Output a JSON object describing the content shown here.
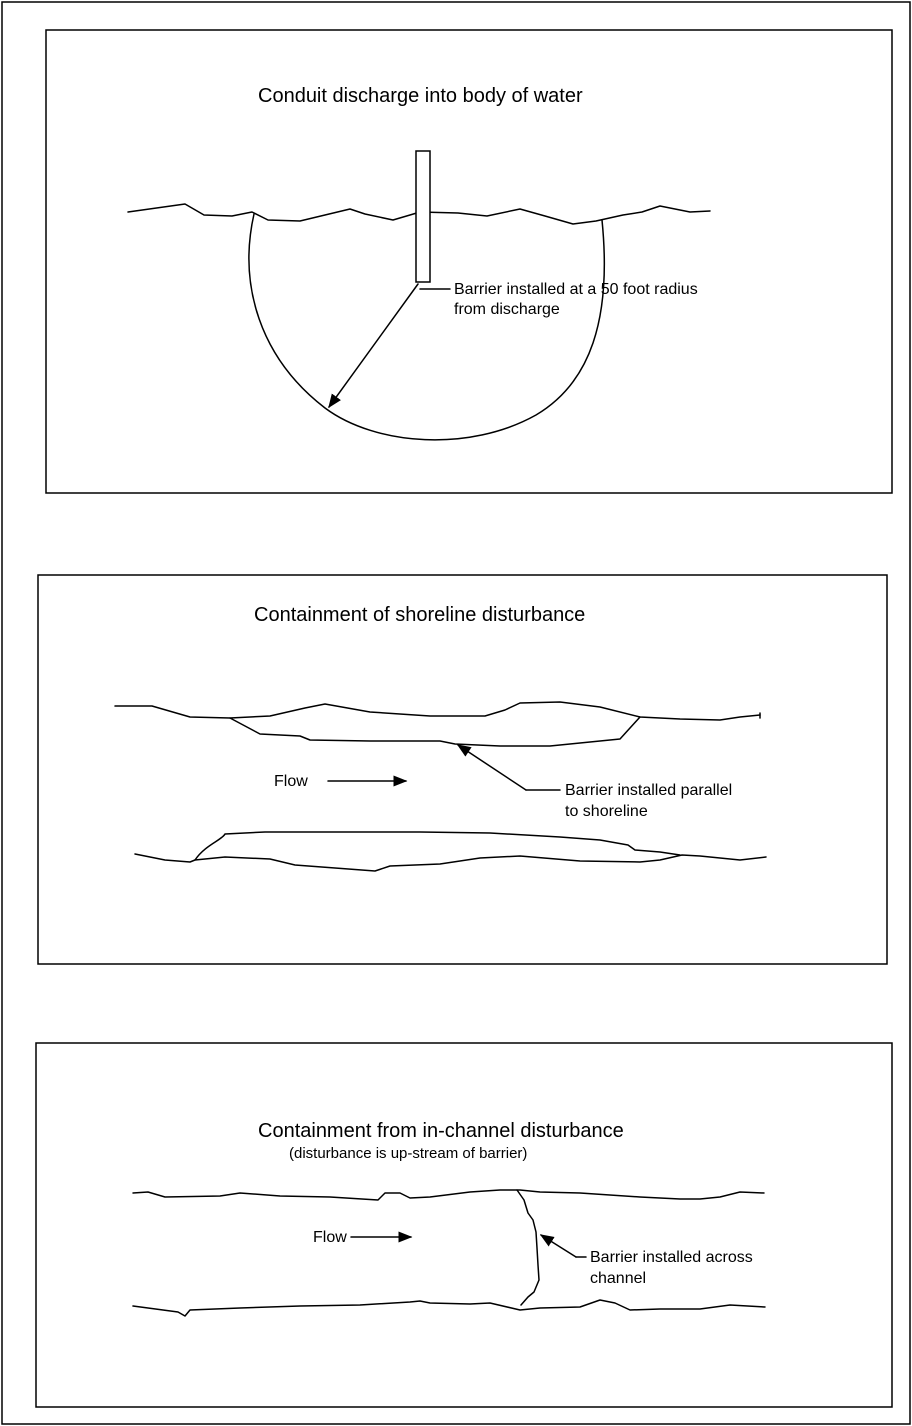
{
  "panel1": {
    "title": "Conduit discharge into body of water",
    "label_line1": "Barrier installed at a 50 foot radius",
    "label_line2": "from discharge"
  },
  "panel2": {
    "title": "Containment of shoreline disturbance",
    "flow_label": "Flow",
    "label_line1": "Barrier installed parallel",
    "label_line2": "to shoreline"
  },
  "panel3": {
    "title": "Containment from in-channel disturbance",
    "subtitle": "(disturbance is up-stream of barrier)",
    "flow_label": "Flow",
    "label_line1": "Barrier installed across",
    "label_line2": "channel"
  }
}
